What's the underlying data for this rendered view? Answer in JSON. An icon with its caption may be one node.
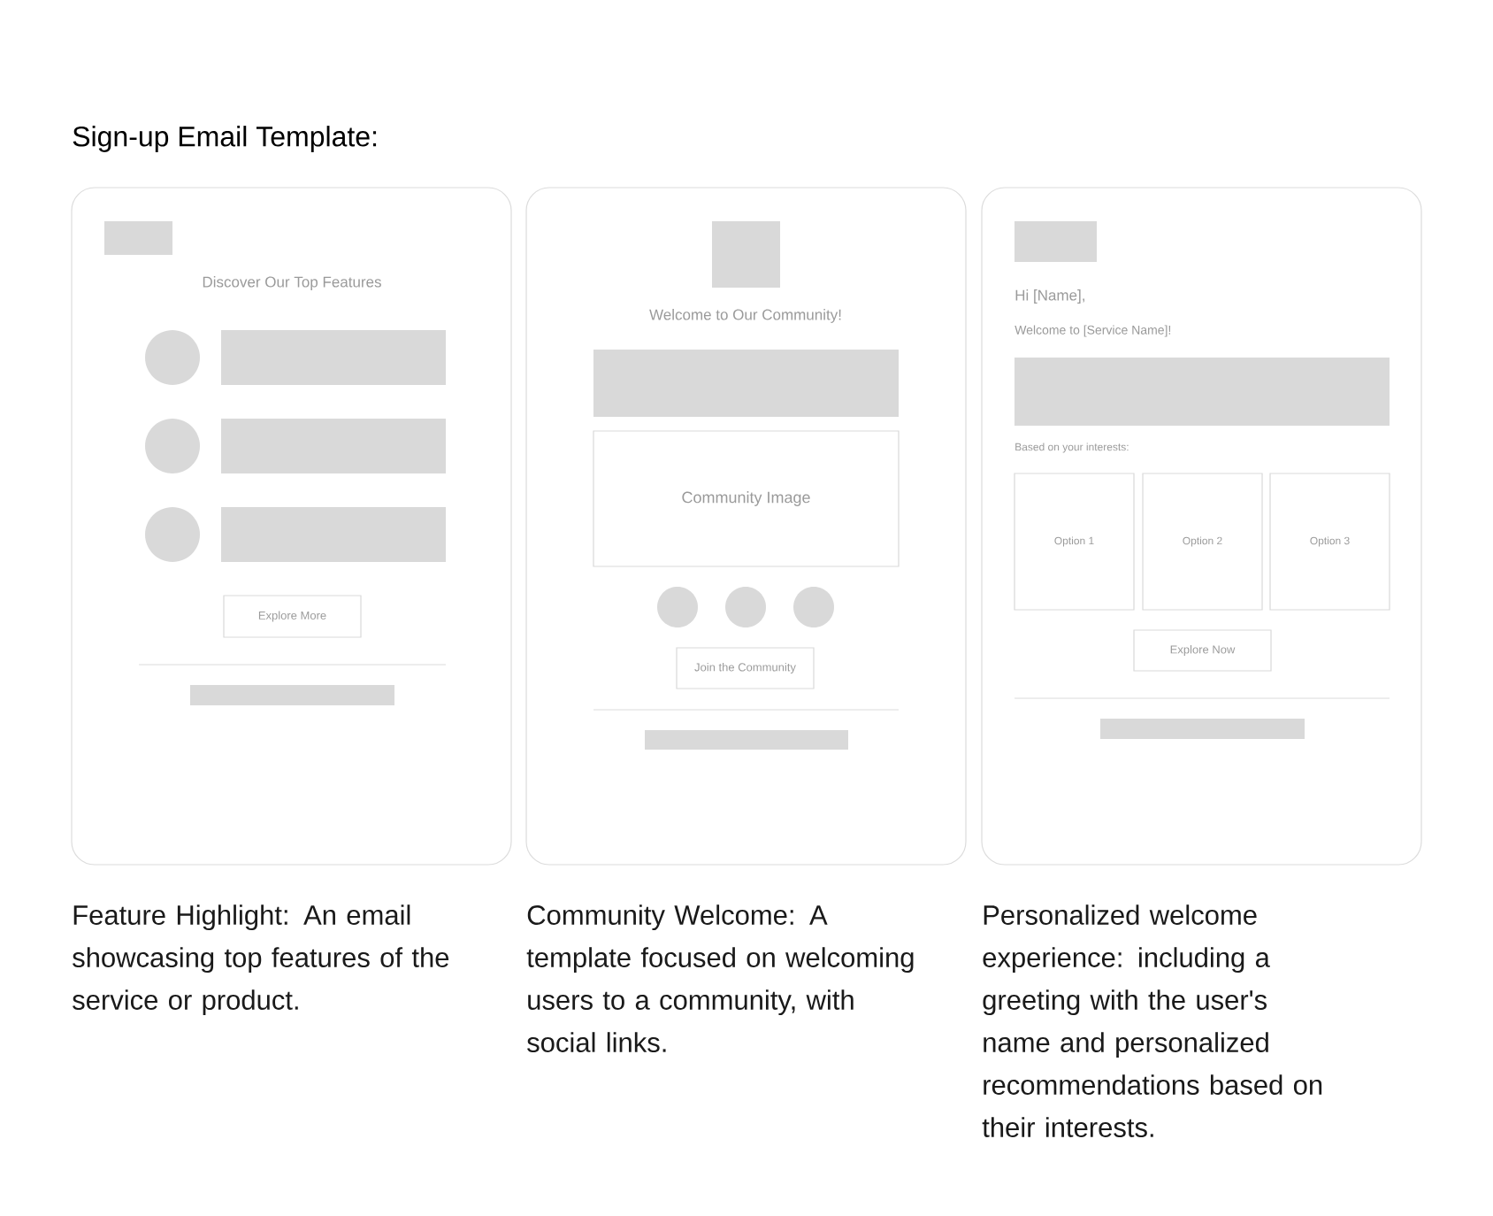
{
  "diagram": {
    "title": "Sign-up Email Template:",
    "nodes": [
      {
        "text": [],
        "shape": "box",
        "beside": [
          "Feature Highlight: An email showcasing top features of the service or product."
        ]
      },
      {
        "text": [
          "Explore More"
        ],
        "in": 0
      },
      {
        "text": [],
        "shape": "box",
        "beside": [
          "Community Welcome: A template focused on welcoming users to a community, with social links."
        ]
      },
      {
        "text": [
          "Community Image"
        ],
        "in": 2
      },
      {
        "text": [
          "Join the Community"
        ],
        "in": 2
      },
      {
        "text": [],
        "shape": "box",
        "beside": [
          "Personalized welcome experience: including a greeting with the user's name and personalized recommendations based on their interests."
        ]
      },
      {
        "text": [
          "Option 1"
        ],
        "in": 5
      },
      {
        "text": [
          "Option 2"
        ],
        "in": 5
      },
      {
        "text": [
          "Option 3"
        ],
        "in": 5
      },
      {
        "text": [
          "Explore Now"
        ],
        "in": 5
      }
    ],
    "labels": [
      "Discover Our Top Features",
      "Welcome to Our Community!",
      "Hi [Name],",
      "Welcome to [Service Name]!",
      "Based on your interests:"
    ]
  }
}
